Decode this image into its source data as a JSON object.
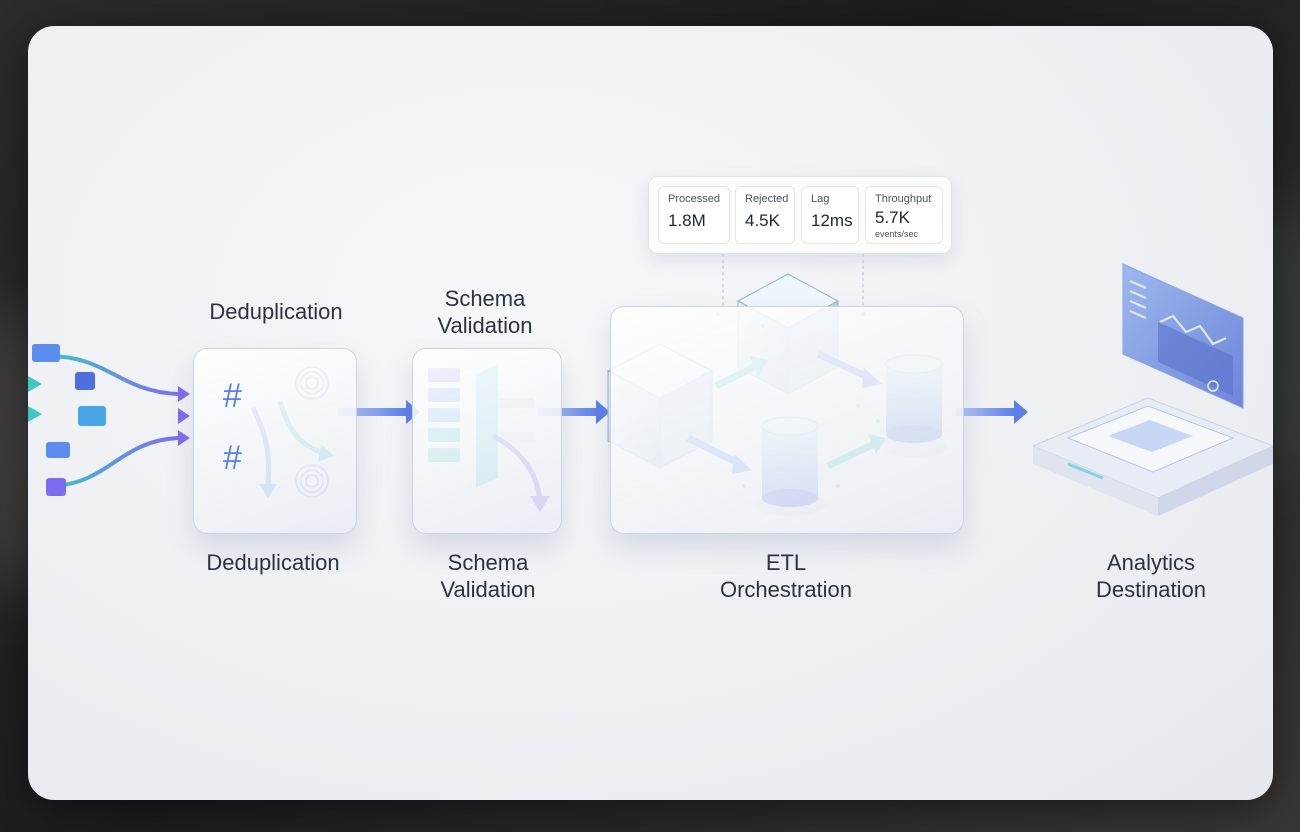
{
  "metrics": [
    {
      "key": "Processed",
      "value": "1.8M"
    },
    {
      "key": "Rejected",
      "value": "4.5K"
    },
    {
      "key": "Lag",
      "value": "12ms"
    },
    {
      "key": "Throughput",
      "value": "5.7K",
      "unit": "events/sec"
    }
  ],
  "stages": {
    "dedup_top": "Deduplication",
    "schema_top_1": "Schema",
    "schema_top_2": "Validation",
    "dedup_bottom": "Deduplication",
    "schema_bottom_1": "Schema",
    "schema_bottom_2": "Validation",
    "etl_1": "ETL",
    "etl_2": "Orchestration",
    "analytics_1": "Analytics",
    "analytics_2": "Destination"
  },
  "dedup_glyphs": {
    "hash_top": "#",
    "hash_bottom": "#"
  },
  "colors": {
    "accent_blue": "#5b8def",
    "accent_purple": "#8a6bf0",
    "accent_teal": "#3ec6c4"
  }
}
